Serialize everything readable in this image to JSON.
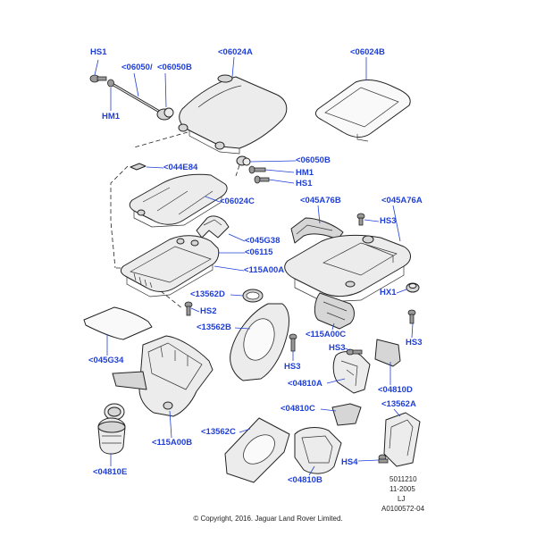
{
  "callouts": {
    "hs1_top": "HS1",
    "c06050_pair": "<06050/",
    "c06050b_top": "<06050B",
    "c06024a": "<06024A",
    "c06024b": "<06024B",
    "hm1_left": "HM1",
    "c06050b_mid": "<06050B",
    "hm1_mid": "HM1",
    "hs1_mid": "HS1",
    "c044e84": "<044E84",
    "c06024c": "<06024C",
    "c045a76b": "<045A76B",
    "c045a76a": "<045A76A",
    "hs3_right_top": "HS3",
    "c045g38": "<045G38",
    "c06115": "<06115",
    "c115a00a": "<115A00A",
    "c13562d": "<13562D",
    "hx1": "HX1",
    "hs2": "HS2",
    "c13562b": "<13562B",
    "c115a00c": "<115A00C",
    "hs3_right": "HS3",
    "hs3_center": "HS3",
    "hs3_mid": "HS3",
    "c045g34": "<045G34",
    "c04810a": "<04810A",
    "c04810d": "<04810D",
    "c04810c": "<04810C",
    "c13562a": "<13562A",
    "c13562c": "<13562C",
    "c115a00b": "<115A00B",
    "hs4": "HS4",
    "c04810e": "<04810E",
    "c04810b": "<04810B"
  },
  "stamp": {
    "code": "5011210",
    "date": "11-2005",
    "initials": "LJ",
    "ref": "A0100572-04"
  },
  "copyright": "© Copyright, 2016. Jaguar Land Rover Limited."
}
